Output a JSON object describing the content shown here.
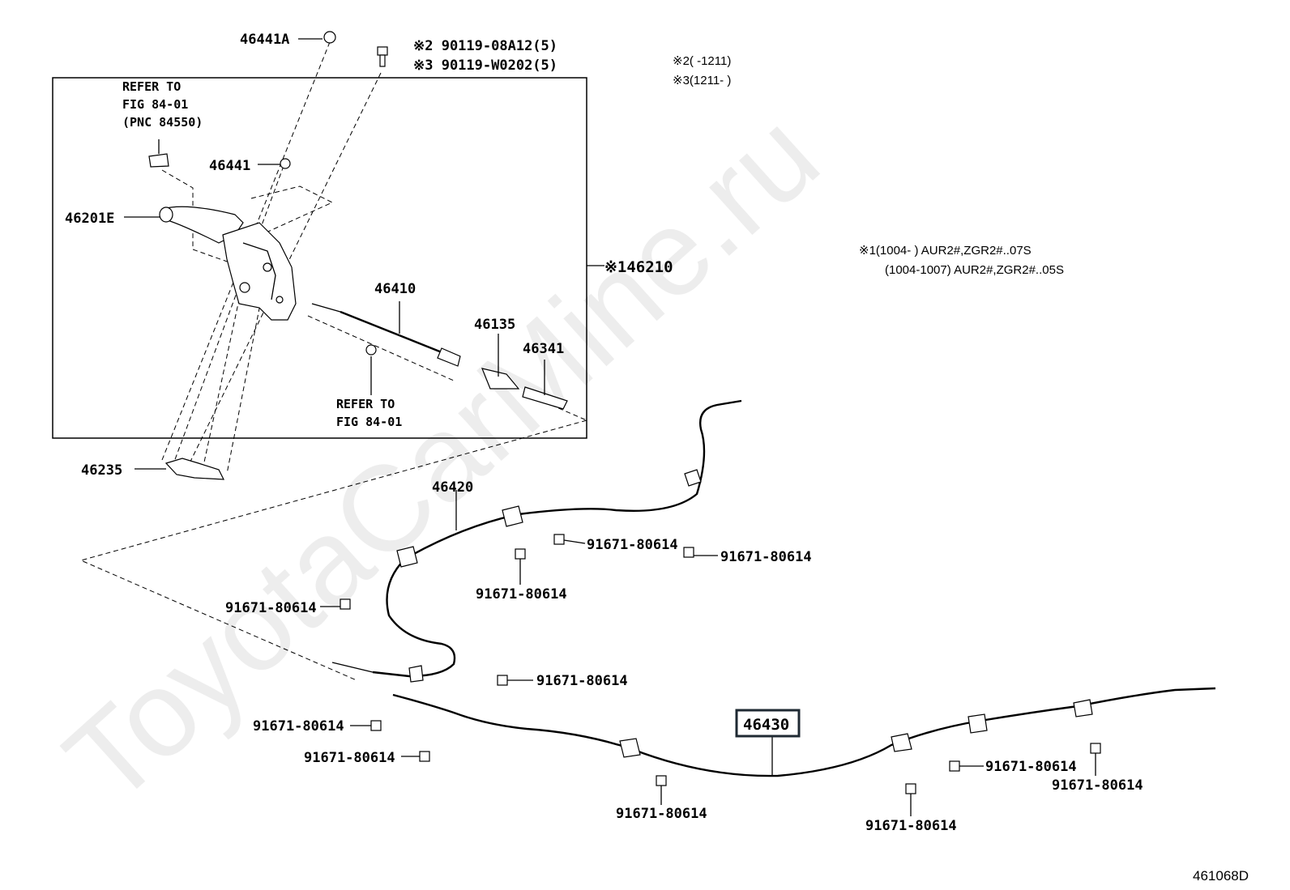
{
  "watermark": "ToyotaCarMine.ru",
  "diagram_id": "461068D",
  "notes": {
    "note2": "※2(   -1211)",
    "note3": "※3(1211-   )",
    "note1a": "※1(1004-        ) AUR2#,ZGR2#..07S",
    "note1b": "(1004-1007) AUR2#,ZGR2#..05S"
  },
  "refs": {
    "ref_top_1": "REFER TO",
    "ref_top_2": "FIG 84-01",
    "ref_top_3": "(PNC 84550)",
    "ref_mid_1": "REFER TO",
    "ref_mid_2": "FIG 84-01"
  },
  "parts": {
    "p46441A": "46441A",
    "bolt_a": "※2 90119-08A12(5)",
    "bolt_b": "※3 90119-W0202(5)",
    "p46441": "46441",
    "p46201E": "46201E",
    "p146210": "※146210",
    "p46410": "46410",
    "p46135": "46135",
    "p46341": "46341",
    "p46235": "46235",
    "p46420": "46420",
    "p46430": "46430",
    "b01": "91671-80614",
    "b02": "91671-80614",
    "b03": "91671-80614",
    "b04": "91671-80614",
    "b05": "91671-80614",
    "b06": "91671-80614",
    "b07": "91671-80614",
    "b08": "91671-80614",
    "b09": "91671-80614",
    "b10": "91671-80614",
    "b11": "91671-80614"
  }
}
